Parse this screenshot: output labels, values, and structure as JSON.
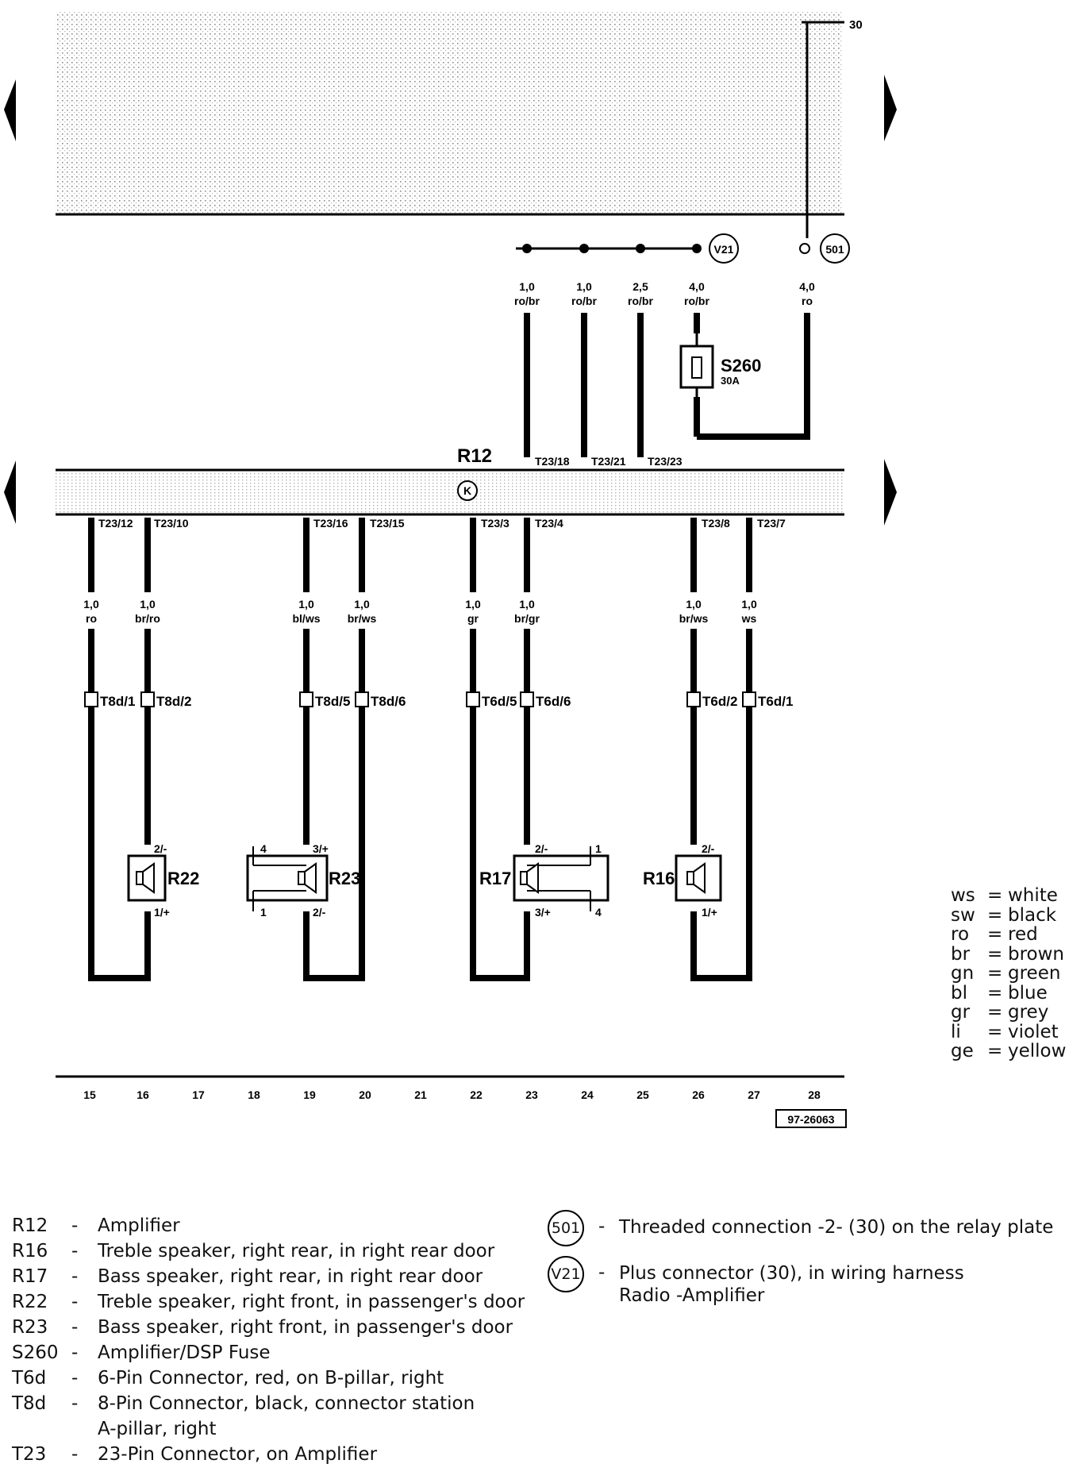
{
  "supply_label": "30",
  "diagram_ref": "97-26063",
  "amplifier": {
    "name": "R12",
    "symbol": "K"
  },
  "top_connections": [
    {
      "size": "1,0",
      "color": "ro/br",
      "pin": "T23/18"
    },
    {
      "size": "1,0",
      "color": "ro/br",
      "pin": "T23/21"
    },
    {
      "size": "2,5",
      "color": "ro/br",
      "pin": "T23/23"
    },
    {
      "size": "4,0",
      "color": "ro/br"
    },
    {
      "size": "4,0",
      "color": "ro"
    }
  ],
  "junctions": {
    "v21": "V21",
    "c501": "501"
  },
  "fuse": {
    "name": "S260",
    "rating": "30A"
  },
  "bottom_wires": [
    {
      "pin": "T23/12",
      "size": "1,0",
      "color": "ro",
      "connector": "T8d/1"
    },
    {
      "pin": "T23/10",
      "size": "1,0",
      "color": "br/ro",
      "connector": "T8d/2"
    },
    {
      "pin": "T23/16",
      "size": "1,0",
      "color": "bl/ws",
      "connector": "T8d/5"
    },
    {
      "pin": "T23/15",
      "size": "1,0",
      "color": "br/ws",
      "connector": "T8d/6"
    },
    {
      "pin": "T23/3",
      "size": "1,0",
      "color": "gr",
      "connector": "T6d/5"
    },
    {
      "pin": "T23/4",
      "size": "1,0",
      "color": "br/gr",
      "connector": "T6d/6"
    },
    {
      "pin": "T23/8",
      "size": "1,0",
      "color": "br/ws",
      "connector": "T6d/2"
    },
    {
      "pin": "T23/7",
      "size": "1,0",
      "color": "ws",
      "connector": "T6d/1"
    }
  ],
  "speakers": [
    {
      "name": "R22",
      "top_pin": "2/-",
      "bottom_pin": "1/+"
    },
    {
      "name": "R23",
      "top_pin": "3/+",
      "bottom_pin": "2/-",
      "extra_top": "4",
      "extra_bottom": "1"
    },
    {
      "name": "R17",
      "top_pin": "2/-",
      "bottom_pin": "3/+",
      "extra_top": "1",
      "extra_bottom": "4"
    },
    {
      "name": "R16",
      "top_pin": "2/-",
      "bottom_pin": "1/+"
    }
  ],
  "grid_numbers": [
    "15",
    "16",
    "17",
    "18",
    "19",
    "20",
    "21",
    "22",
    "23",
    "24",
    "25",
    "26",
    "27",
    "28"
  ],
  "color_codes": [
    {
      "abbr": "ws",
      "name": "white"
    },
    {
      "abbr": "sw",
      "name": "black"
    },
    {
      "abbr": "ro",
      "name": "red"
    },
    {
      "abbr": "br",
      "name": "brown"
    },
    {
      "abbr": "gn",
      "name": "green"
    },
    {
      "abbr": "bl",
      "name": "blue"
    },
    {
      "abbr": "gr",
      "name": "grey"
    },
    {
      "abbr": "li",
      "name": "violet"
    },
    {
      "abbr": "ge",
      "name": "yellow"
    }
  ],
  "legend": [
    {
      "code": "R12",
      "desc": "Amplifier"
    },
    {
      "code": "R16",
      "desc": "Treble speaker, right rear, in right rear door"
    },
    {
      "code": "R17",
      "desc": "Bass speaker, right rear, in right rear door"
    },
    {
      "code": "R22",
      "desc": "Treble speaker, right front, in passenger's door"
    },
    {
      "code": "R23",
      "desc": "Bass speaker, right front, in passenger's door"
    },
    {
      "code": "S260",
      "desc": "Amplifier/DSP Fuse"
    },
    {
      "code": "T6d",
      "desc": "6-Pin Connector, red, on B-pillar, right"
    },
    {
      "code": "T8d",
      "desc": "8-Pin Connector, black, connector station A-pillar, right"
    },
    {
      "code": "T23",
      "desc": "23-Pin Connector, on Amplifier"
    }
  ],
  "legend_symbols": [
    {
      "symbol": "501",
      "desc": "Threaded connection -2- (30) on the relay plate"
    },
    {
      "symbol": "V21",
      "desc": "Plus connector (30), in wiring harness Radio -Amplifier"
    }
  ]
}
